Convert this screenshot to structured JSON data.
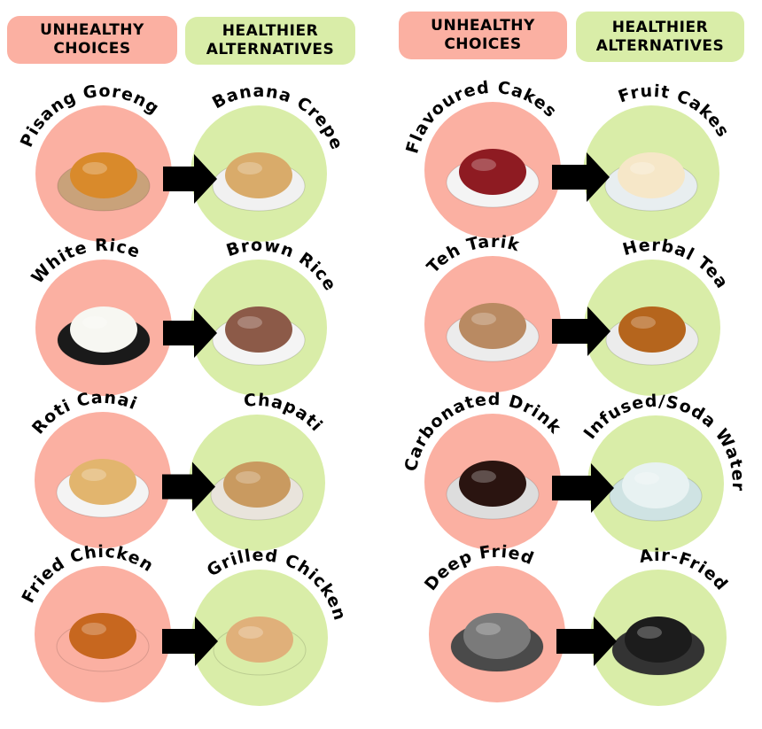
{
  "headers": {
    "left_unhealthy": "UNHEALTHY\nCHOICES",
    "left_healthy": "HEALTHIER\nALTERNATIVES",
    "right_unhealthy": "UNHEALTHY\nCHOICES",
    "right_healthy": "HEALTHIER\nALTERNATIVES"
  },
  "colors": {
    "unhealthy": "#fbb0a2",
    "healthy": "#d9eda8",
    "arrow": "#000000"
  },
  "pairs": [
    {
      "unhealthy": {
        "label": "Pisang Goreng",
        "food": "#d98a2b",
        "plate": "#c9a27a"
      },
      "healthy": {
        "label": "Banana Crepe",
        "food": "#d9ab6a",
        "plate": "#f1f1f1"
      }
    },
    {
      "unhealthy": {
        "label": "White Rice",
        "food": "#f7f7f2",
        "plate": "#1a1a1a"
      },
      "healthy": {
        "label": "Brown Rice",
        "food": "#8c5a48",
        "plate": "#f4f4f4"
      }
    },
    {
      "unhealthy": {
        "label": "Roti Canai",
        "food": "#e2b56e",
        "plate": "#f4f4f4"
      },
      "healthy": {
        "label": "Chapati",
        "food": "#c99a60",
        "plate": "#e9e4dc"
      }
    },
    {
      "unhealthy": {
        "label": "Fried Chicken",
        "food": "#c7671f",
        "plate": "#fbb0a2"
      },
      "healthy": {
        "label": "Grilled Chicken",
        "food": "#e0b07a",
        "plate": "#d9eda8"
      }
    },
    {
      "unhealthy": {
        "label": "Flavoured Cakes",
        "food": "#8e1b22",
        "plate": "#f4f4f4"
      },
      "healthy": {
        "label": "Fruit Cakes",
        "food": "#f6e7c8",
        "plate": "#e8eef0"
      }
    },
    {
      "unhealthy": {
        "label": "Teh Tarik",
        "food": "#b98a62",
        "plate": "#ececec"
      },
      "healthy": {
        "label": "Herbal Tea",
        "food": "#b5651d",
        "plate": "#ececec"
      }
    },
    {
      "unhealthy": {
        "label": "Carbonated Drink",
        "food": "#2a1410",
        "plate": "#dddddd"
      },
      "healthy": {
        "label": "Infused/Soda Water",
        "food": "#e8f2f2",
        "plate": "#cfe3e3"
      }
    },
    {
      "unhealthy": {
        "label": "Deep Fried",
        "food": "#7a7a7a",
        "plate": "#4a4a4a"
      },
      "healthy": {
        "label": "Air-Fried",
        "food": "#1c1c1c",
        "plate": "#333333"
      }
    }
  ]
}
